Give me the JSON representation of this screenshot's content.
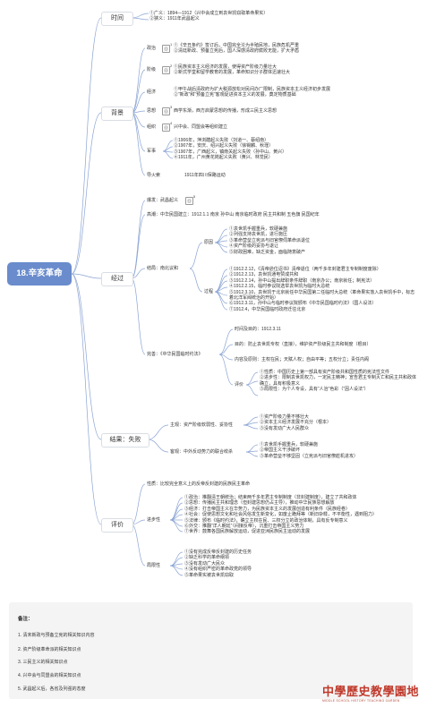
{
  "root": "18.辛亥革命",
  "branches": {
    "time": "时间",
    "background": "背景",
    "process": "经过",
    "result": "结果：失败",
    "evaluation": "评价"
  },
  "time_items": [
    "①广义：1894—1912（兴中会成立到袁世凯窃取革命果实）",
    "②狭义：1911年武昌起义"
  ],
  "bg": {
    "politics": "政治",
    "politics_lines": [
      "①《辛丑条约》签订后，中国完全沦为半殖民地，民族危机严重",
      "②清廷新政、预备立宪后，国人深感清政府腐败无能，扩大矛盾"
    ],
    "class": "阶级",
    "class_lines": [
      "①民族资本主义经济的发展，使得资产阶级力量壮大",
      "②新式学堂和留学教育的发展，革命知识分子群体迅速壮大"
    ],
    "economy": "经济",
    "economy_lines": [
      "①甲午战后清政府为扩大税源放松对民间办厂限制，民族资本主义经济初步发展",
      "②“新政”和“预备立宪”客观促进资本主义的发展，奠定物质基础"
    ],
    "thought": "思想",
    "thought_line": "西学东渐，西方启蒙思想的传播，形成三民主义思想",
    "organization": "组织",
    "organization_line": "兴中会、同盟会等组织建立",
    "military": "军事",
    "military_lines": [
      "①1906年，萍浏醴起义失败（刘道一、蔡绍南）",
      "②1907年，安庆、绍兴起义失败（徐锡麟、秋瑾）",
      "③1907年，广西起义，镇南关起义失败（孙中山、黄兴）",
      "④1911年，广州黄花岗起义失败（黄兴、林觉民）"
    ],
    "trigger": "导火索",
    "trigger_line": "1911年四川保路运动"
  },
  "process": {
    "outbreak": "爆发：武昌起义",
    "climax": "高潮：中华民国建立：1912.1.1 南京 孙中山 南京临时政府 民主共和制 五色旗 民国纪年",
    "outcome": "结局：南北议和",
    "reason": "原因",
    "reason_lines": [
      "①袁世凯手握重兵，软硬兼施",
      "②列强支持袁世凯，进行施压",
      "③革命营垒立宪派与旧官僚伺革命派退位",
      "④资产阶级的妥协与退让",
      "⑤财政困难，缺乏资金，面临随意破产"
    ],
    "course": "过程",
    "course_lines": [
      "①1912.2.12，《清帝逊位诏书》清帝退位（两千多年封建君主专制制度废除）",
      "②1912.2.13，袁世凯通电赞成共和",
      "③1912.2.14，孙中山提出辞职条件辞职（南京办公；南京就任；制宪法）",
      "④1912.2.15，临时参议院选举袁世凯为临时大总统",
      "⑤1912.3.10，袁世凯于北京就任中华民国第二任临时大总统（革命果实落入袁世凯手中，标志着北洋军阀统治的开始）",
      "⑥1912.3.11，孙中山与临时参议院颁布《中华民国临时约法》（国人设法）",
      "⑦1912.4，中华民国临时政府迁往北京"
    ],
    "provisional": "完善：《中华民国临时约法》",
    "time_place": "时间及目的：1912.3.11",
    "purpose": "目的：防止袁世凯专权（直接），维护资产阶级民主共和制度（根目）",
    "content": "内容及原则：主权在民；天赋人权；自由平等；五权分立；责任内阁",
    "comment": "评价",
    "comment_lines": [
      "①性质：中国历史上第一部具有资产阶级共和国性质的宪法性文件",
      "②进步性：限制袁世凯权力，一定民主精神；宣告君主专制灭亡和民主共和政体确立，具有积极意义",
      "③局限性：为个人专设，具有“人治”色彩（“因人设法”）"
    ]
  },
  "result": {
    "subjective": "主观：资产阶级软弱性、妥协性",
    "subjective_lines": [
      "①资产阶级力量不够壮大",
      "②资本主义经济发展不充分（根本）",
      "③没有发动广大人民群众"
    ],
    "objective": "客观：中外反动势力的联合绞杀",
    "objective_lines": [
      "①袁世凯手握重兵，软硬兼施",
      "②帝国主义干涉破坏",
      "③革命营垒不够坚固（立宪派与旧官僚趁机进攻）"
    ]
  },
  "evaluation": {
    "nature": "性质：比较完全意义上的反帝反封建的民族民主革命",
    "progress": "进步性",
    "progress_lines": [
      "①政治：推翻清王朝统治；结束两千多年君主专制制度（非封建制度），建立了共和政体",
      "②思想：传播民主共和理念（但封建思想仍占主导），推动中华民族思想解放",
      "③经济：打击帝国主义在华势力，为民族资本主义的发展创造有利条件（民族经卷）",
      "④社会：促使思想文化和社会风俗发生新变化，如废止跪拜等（新旧杂糅，不平衡性，遇到阻力）",
      "⑤法律：颁布《临时约法》，确立主权在民、三权分立的政治体制，具有反专制意义",
      "⑥外交：推翻“洋人朝廷”（间接反帝），沉重打击帝国主义势力",
      "⑦世界：鼓舞各国民族解放运动，促进亚洲民族民主运动的发展"
    ],
    "limitation": "局限性",
    "limitation_lines": [
      "①没有完成反帝反封建的历史任务",
      "②缺乏科学的革命纲领",
      "③没有发动广大民众",
      "④没有组织严密的革命政党的领导",
      "⑤革命果实被袁世凯窃取"
    ]
  },
  "notes": {
    "title": "备注：",
    "items": [
      "1. 清末新政与预备立宪的相关知识内容",
      "2. 资产阶级革命派的相关知识点",
      "3. 三民主义的相关知识点",
      "4. 兴中会与同盟会的相关知识点",
      "5. 武昌起义后，各省及列强的态度"
    ]
  },
  "footnotes": {
    "s1": "1",
    "s2": "2",
    "s3": "3",
    "s4": "4",
    "s5": "5"
  },
  "icon_label": "回",
  "logo": {
    "title": "中學歷史教學園地",
    "subtitle": "MIDDLE SCHOOL HISTORY TEACHING GARDEN"
  },
  "colors": {
    "root": "#6a8ccc",
    "line": "#8aa4d4",
    "logo": "#c0392b"
  }
}
